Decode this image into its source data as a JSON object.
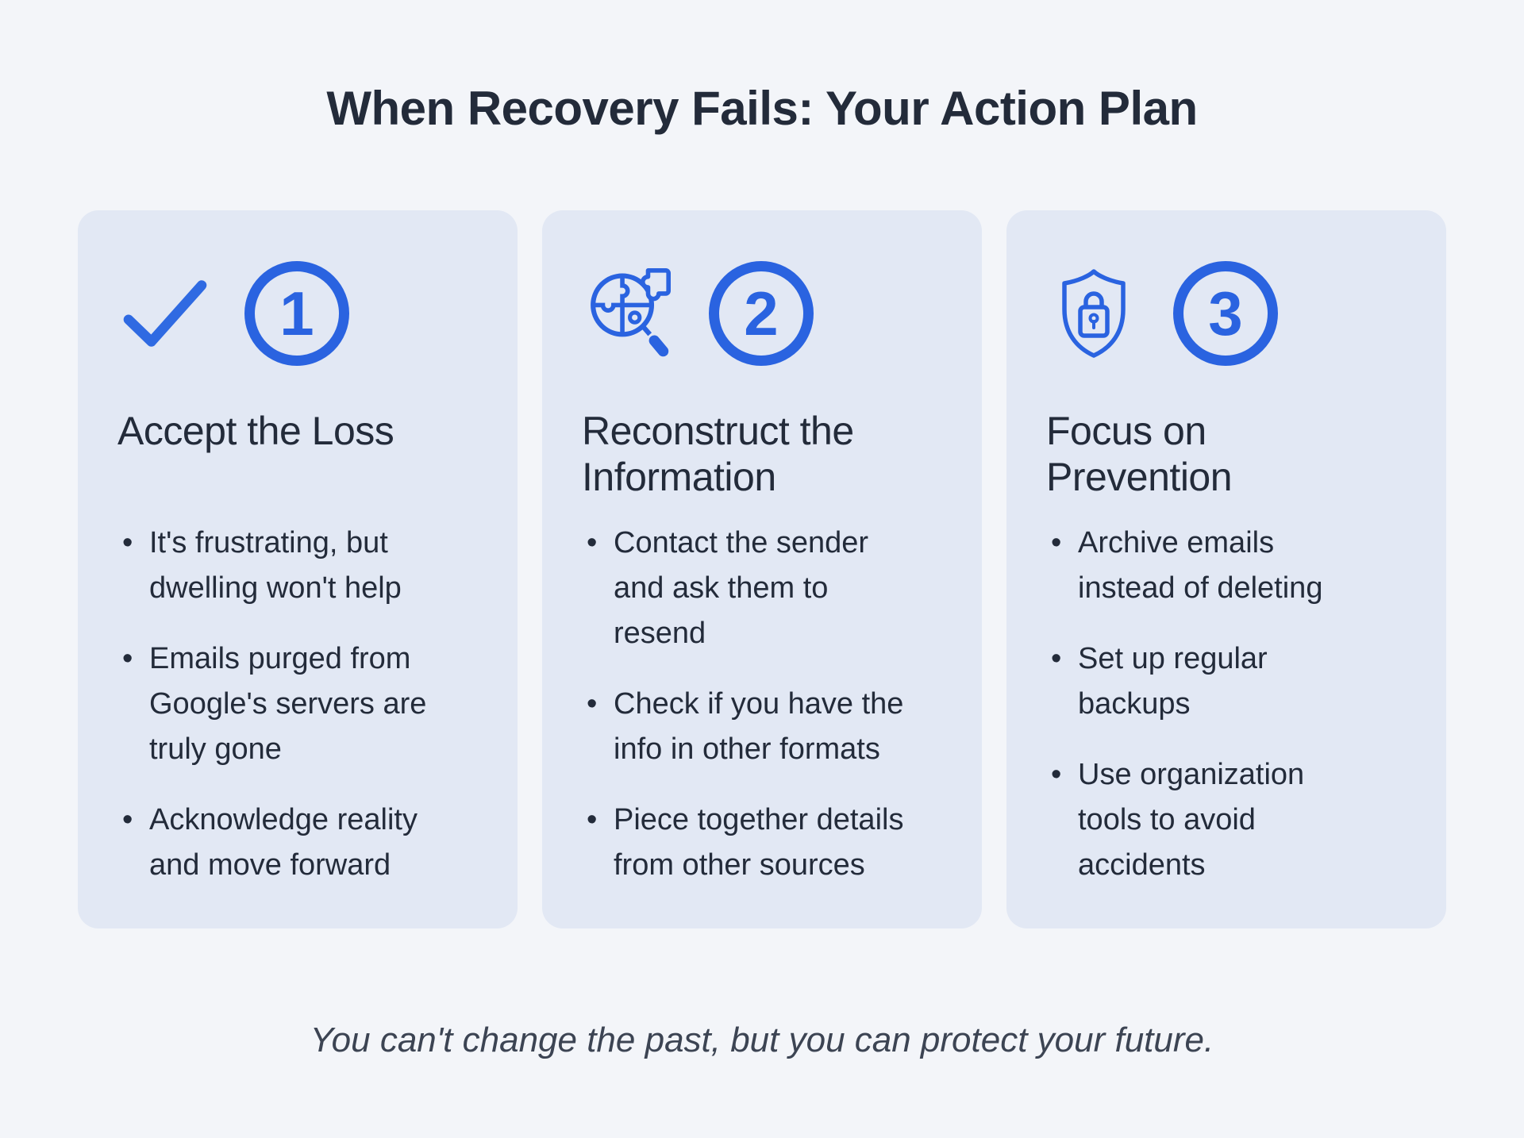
{
  "title": "When Recovery Fails: Your Action Plan",
  "footer_quote": "You can't change the past, but you can protect your future.",
  "colors": {
    "accent": "#2a63e0",
    "card_bg": "#e2e8f4",
    "page_bg": "#f3f5f9",
    "text_dark": "#232b3a"
  },
  "cards": [
    {
      "number": "1",
      "icon": "checkmark-icon",
      "heading": "Accept the Loss",
      "bullets": [
        "It's frustrating, but dwelling won't help",
        "Emails purged from Google's servers are truly gone",
        "Acknowledge reality and move forward"
      ]
    },
    {
      "number": "2",
      "icon": "magnifier-puzzle-icon",
      "heading": "Reconstruct the Information",
      "bullets": [
        "Contact the sender and ask them to resend",
        "Check if you have the info in other formats",
        "Piece together details from other sources"
      ]
    },
    {
      "number": "3",
      "icon": "shield-lock-icon",
      "heading": "Focus on Prevention",
      "bullets": [
        "Archive emails instead of deleting",
        "Set up regular backups",
        "Use organization tools to avoid accidents"
      ]
    }
  ]
}
